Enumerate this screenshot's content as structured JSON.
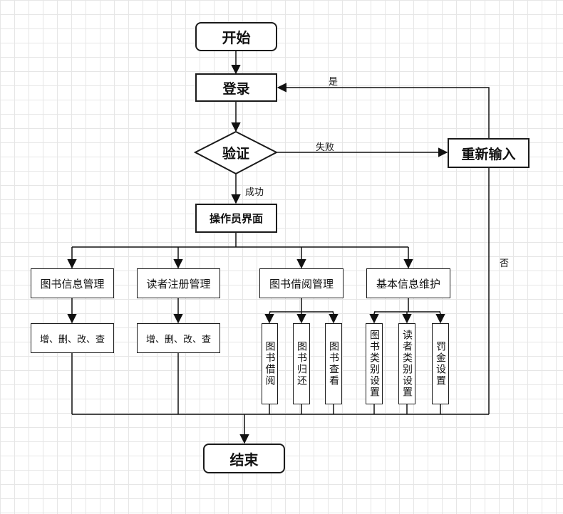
{
  "nodes": {
    "start": "开始",
    "login": "登录",
    "verify": "验证",
    "reenter": "重新输入",
    "operator": "操作员界面",
    "book_info": "图书信息管理",
    "reader_reg": "读者注册管理",
    "borrow": "图书借阅管理",
    "basic_info": "基本信息维护",
    "crud_1": "增、删、改、查",
    "crud_2": "增、删、改、查",
    "book_borrow": "图书借阅",
    "book_return": "图书归还",
    "book_view": "图书查看",
    "book_type": "图书类别设置",
    "reader_type": "读者类别设置",
    "fine": "罚金设置",
    "end": "结束"
  },
  "edges": {
    "yes": "是",
    "fail": "失败",
    "success": "成功",
    "no": "否"
  }
}
